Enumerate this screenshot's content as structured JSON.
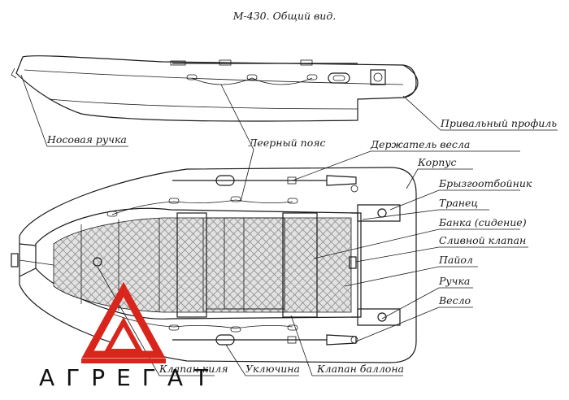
{
  "title": "М-430. Общий вид.",
  "labels": {
    "nose_handle": "Носовая ручка",
    "lifeline": "Леерный пояс",
    "rub_strake": "Привальный профиль",
    "oar_holder": "Держатель весла",
    "hull": "Корпус",
    "splash_guard": "Брызгоотбойник",
    "transom": "Транец",
    "seat": "Банка (сидение)",
    "drain_valve": "Сливной клапан",
    "floor": "Пайол",
    "handle": "Ручка",
    "oar": "Весло",
    "keel_valve": "Клапан киля",
    "oarlock": "Уключина",
    "tube_valve": "Клапан баллона"
  },
  "logo": {
    "text": "АГРЕГАТ",
    "color": "#d9261c"
  },
  "colors": {
    "line": "#1a1a1a",
    "deck": "#e4e4e4",
    "tube": "#ffffff"
  }
}
